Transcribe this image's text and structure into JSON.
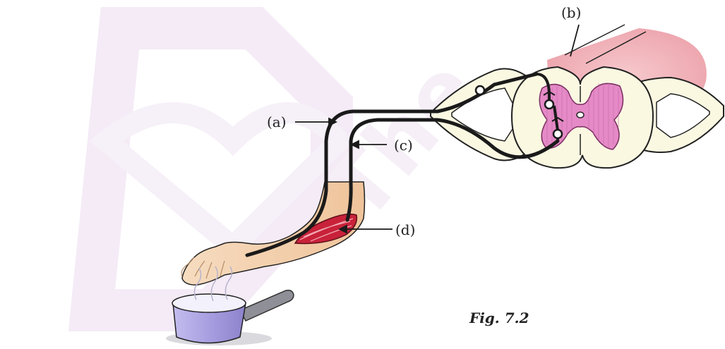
{
  "labels": {
    "a": "(a)",
    "b": "(b)",
    "c": "(c)",
    "d": "(d)"
  },
  "caption": "Fig. 7.2",
  "colors": {
    "nerve": "#1a1a1a",
    "grey_matter": "#e58ac6",
    "white_matter": "#fbf8e2",
    "skin": "#f2c9a3",
    "muscle": "#c8223a",
    "pan": "#9e94d8",
    "watermark": "#e8d8ee"
  }
}
